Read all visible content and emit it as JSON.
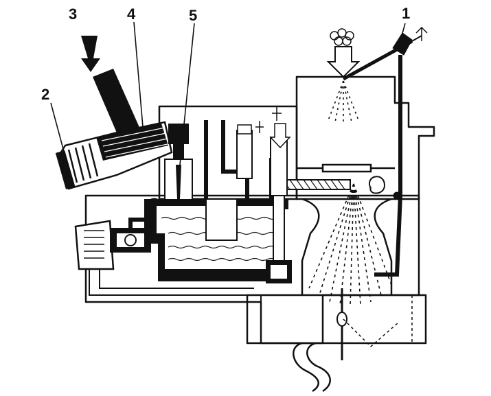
{
  "callouts": [
    {
      "id": "1",
      "label": "1"
    },
    {
      "id": "2",
      "label": "2"
    },
    {
      "id": "3",
      "label": "3"
    },
    {
      "id": "4",
      "label": "4"
    },
    {
      "id": "5",
      "label": "5"
    }
  ],
  "colors": {
    "ink": "#111111",
    "background": "#ffffff",
    "fuel": "#ffffff"
  }
}
